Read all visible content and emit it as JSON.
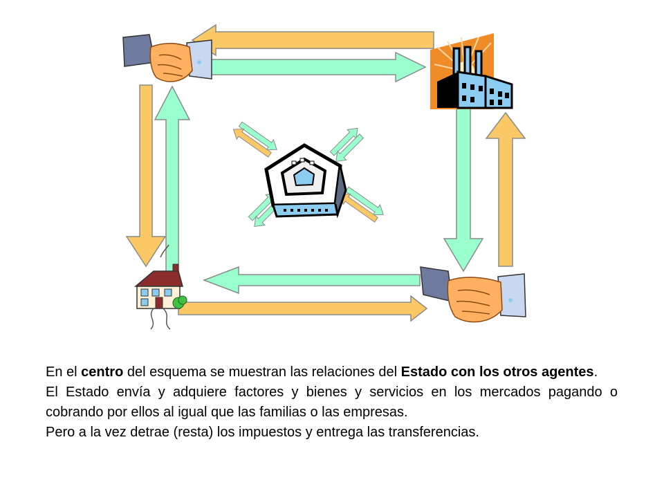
{
  "colors": {
    "yellow_arrow": "#FAC864",
    "green_arrow": "#99FFCC",
    "arrow_outline": "#8A8A8A",
    "factory_sun": "#F08C28",
    "factory_building": "#8CCCF0",
    "handshake_hand": "#FFB060",
    "sleeve_gray": "#6E7A9E",
    "house_roof": "#8B2C2C",
    "house_wall": "#FFF0D8"
  },
  "icons": {
    "top_left": "handshake-icon",
    "top_right": "factory-icon",
    "bottom_left": "house-icon",
    "bottom_right": "handshake-icon",
    "center": "government-building-icon"
  },
  "caption": {
    "p1": {
      "a": "En el ",
      "b": "centro",
      "c": " del esquema se muestran las relaciones del ",
      "d": "Estado con los otros agentes",
      "e": "."
    },
    "p2": "El Estado envía y adquiere factores y bienes y servicios en los mercados pagando o cobrando por ellos al igual que las familias o las empresas.",
    "p3": "Pero a la vez detrae (resta) los impuestos y entrega las transferencias."
  }
}
